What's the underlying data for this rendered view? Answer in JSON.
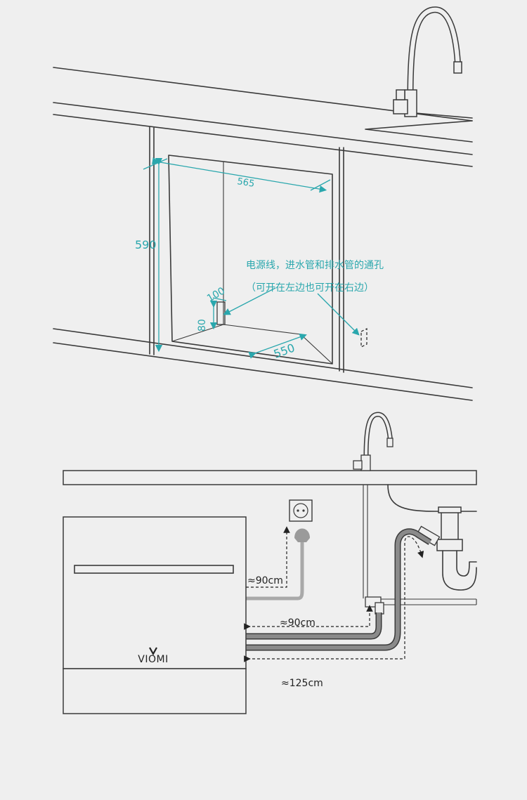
{
  "diagram": {
    "top": {
      "dims": {
        "width": "565",
        "height": "590",
        "depth": "550",
        "hole_width": "100",
        "hole_height": "80"
      },
      "note_line1": "电源线，进水管和排水管的通孔",
      "note_line2": "（可开在左边也可开在右边）"
    },
    "bottom": {
      "brand": "VIOMI",
      "power_cord_length": "≈90cm",
      "inlet_hose_length": "≈90cm",
      "drain_hose_length": "≈125cm"
    },
    "colors": {
      "line": "#3a3a3a",
      "dimension": "#2aa7ad",
      "background": "#efefef",
      "hose": "#8a8a8a"
    }
  }
}
